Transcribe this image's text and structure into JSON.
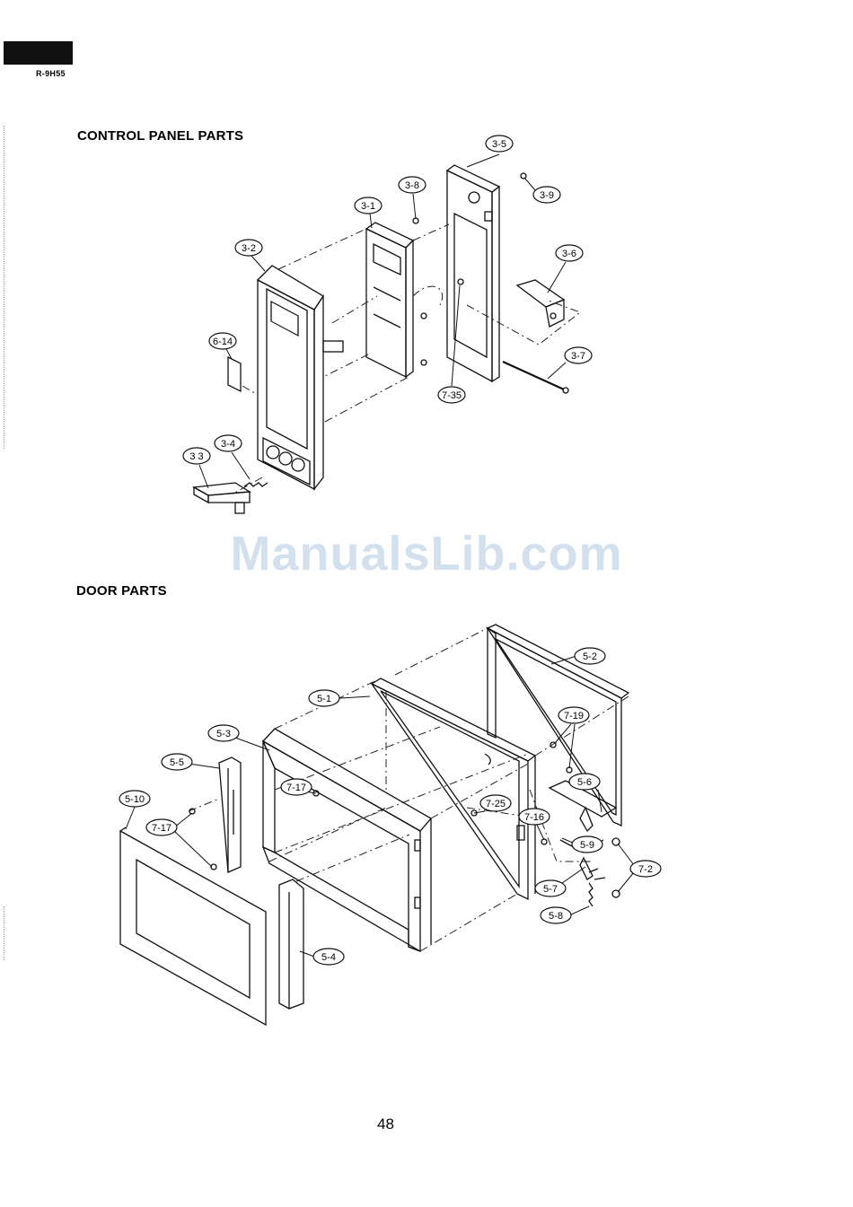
{
  "header": {
    "model": "R-9H55"
  },
  "sections": {
    "control_panel": {
      "title": "CONTROL PANEL PARTS",
      "callouts": [
        "3-5",
        "3-9",
        "3-8",
        "3-1",
        "3-2",
        "3-6",
        "6-14",
        "3-7",
        "7-35",
        "3-4",
        "3 3"
      ]
    },
    "door": {
      "title": "DOOR PARTS",
      "callouts": [
        "5-2",
        "5-1",
        "7-19",
        "5-3",
        "5-5",
        "5-6",
        "7-17",
        "7-25",
        "5-10",
        "7-17",
        "7-16",
        "5-9",
        "7-2",
        "5-7",
        "5-8",
        "5-4"
      ]
    }
  },
  "watermark": "ManualsLib.com",
  "footer": {
    "page_number": "48"
  }
}
